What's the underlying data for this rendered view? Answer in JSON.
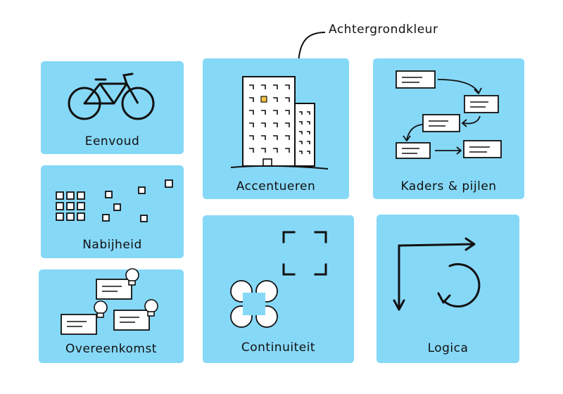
{
  "annotation": {
    "text": "Achtergrondkleur"
  },
  "tiles": {
    "eenvoud": "Eenvoud",
    "nabijheid": "Nabijheid",
    "overeenkomst": "Overeenkomst",
    "accentueren": "Accentueren",
    "kaders_pijlen": "Kaders & pijlen",
    "continuiteit": "Continuiteit",
    "logica": "Logica"
  },
  "colors": {
    "tile": "#86d8f7",
    "accent": "#f5c542",
    "ink": "#111111"
  },
  "icons": {
    "eenvoud": "bicycle-icon",
    "nabijheid": "grouped-squares-icon",
    "overeenkomst": "lightbulb-cards-icon",
    "accentueren": "skyscraper-icon",
    "kaders_pijlen": "flowchart-icon",
    "continuiteit": "closure-shapes-icon",
    "logica": "arrows-cycle-icon"
  }
}
